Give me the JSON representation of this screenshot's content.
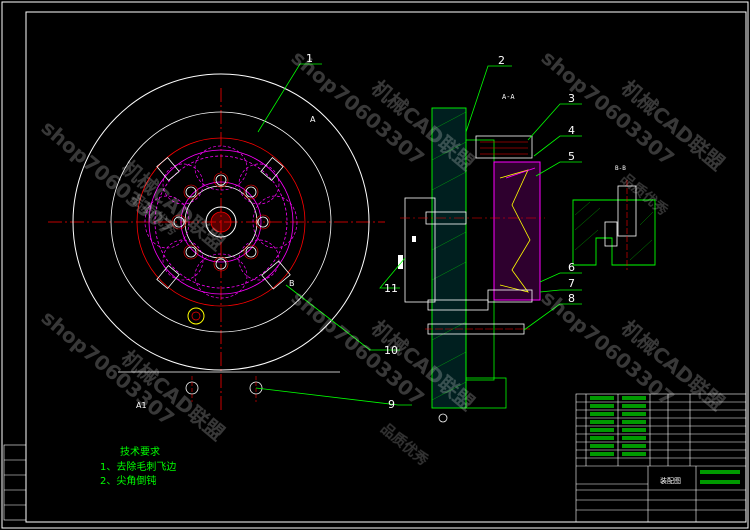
{
  "drawing": {
    "part_labels": [
      "1",
      "2",
      "3",
      "4",
      "5",
      "6",
      "7",
      "8",
      "9",
      "10",
      "11"
    ],
    "view_labels": [
      "A",
      "A1",
      "B"
    ],
    "technical_requirements": {
      "heading": "技术要求",
      "items": [
        "1、去除毛刺飞边",
        "2、尖角倒钝"
      ]
    },
    "title_block": {
      "drawing_name": "装配图"
    },
    "watermark": {
      "shop": "shop70603307",
      "brand": "机械CAD联盟",
      "slogan": "品质优秀"
    }
  },
  "colors": {
    "background": "#000000",
    "outline": "#ffffff",
    "leader": "#00ff00",
    "centerline": "#ff0000",
    "hidden": "#ff00ff",
    "accent": "#ffff00",
    "cyan": "#00ffff"
  }
}
